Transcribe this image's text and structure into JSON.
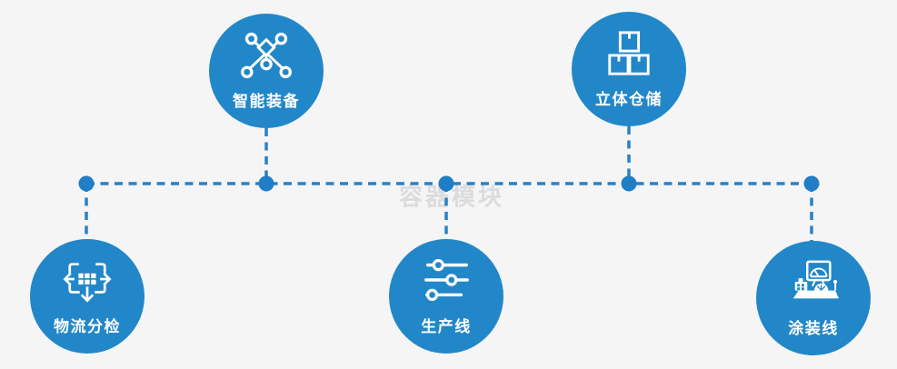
{
  "watermark": "容器模块",
  "colors": {
    "bg": "#f5f5f6",
    "circle": "#2287c8",
    "line": "#2b80c3",
    "dot": "#1f7ec5",
    "label": "#ffffff",
    "wm": "#dcdcdd"
  },
  "nodes": [
    {
      "id": "smart-equipment",
      "label": "智能装备",
      "icon": "molecule-network-icon",
      "row": "top"
    },
    {
      "id": "warehouse",
      "label": "立体仓储",
      "icon": "stacked-boxes-icon",
      "row": "top"
    },
    {
      "id": "logistics-sorting",
      "label": "物流分检",
      "icon": "move-sort-icon",
      "row": "bottom"
    },
    {
      "id": "production-line",
      "label": "生产线",
      "icon": "sliders-icon",
      "row": "bottom"
    },
    {
      "id": "painting-line",
      "label": "涂装线",
      "icon": "control-station-icon",
      "row": "bottom"
    }
  ]
}
